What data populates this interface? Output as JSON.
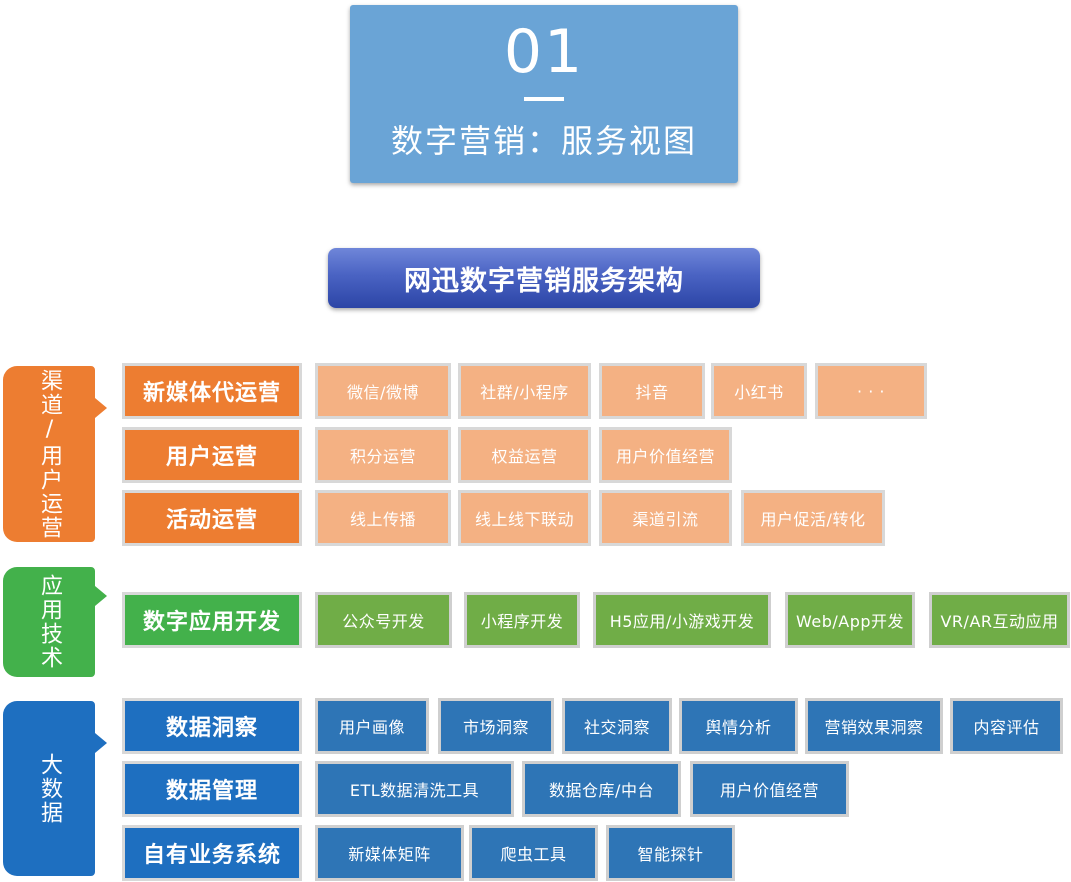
{
  "header": {
    "number": "01",
    "title": "数字营销：服务视图"
  },
  "banner": {
    "title": "网迅数字营销服务架构"
  },
  "colors": {
    "orange_category": "#ed7d31",
    "orange_item": "#f4b183",
    "green_category": "#43b14b",
    "green_item": "#70ad47",
    "blue_category": "#1e6fc0",
    "blue_item": "#2e75b6",
    "header_card": "#6aa4d6",
    "banner": "#2c45a6"
  },
  "categories": [
    {
      "label": "渠道/用户运营",
      "rows": [
        {
          "label": "新媒体代运营",
          "items": [
            "微信/微博",
            "社群/小程序",
            "抖音",
            "小红书",
            "· · ·"
          ]
        },
        {
          "label": "用户运营",
          "items": [
            "积分运营",
            "权益运营",
            "用户价值经营"
          ]
        },
        {
          "label": "活动运营",
          "items": [
            "线上传播",
            "线上线下联动",
            "渠道引流",
            "用户促活/转化"
          ]
        }
      ]
    },
    {
      "label": "应用技术",
      "rows": [
        {
          "label": "数字应用开发",
          "items": [
            "公众号开发",
            "小程序开发",
            "H5应用/小游戏开发",
            "Web/App开发",
            "VR/AR互动应用"
          ]
        }
      ]
    },
    {
      "label": "大数据",
      "rows": [
        {
          "label": "数据洞察",
          "items": [
            "用户画像",
            "市场洞察",
            "社交洞察",
            "舆情分析",
            "营销效果洞察",
            "内容评估"
          ]
        },
        {
          "label": "数据管理",
          "items": [
            "ETL数据清洗工具",
            "数据仓库/中台",
            "用户价值经营"
          ]
        },
        {
          "label": "自有业务系统",
          "items": [
            "新媒体矩阵",
            "爬虫工具",
            "智能探针"
          ]
        }
      ]
    }
  ]
}
